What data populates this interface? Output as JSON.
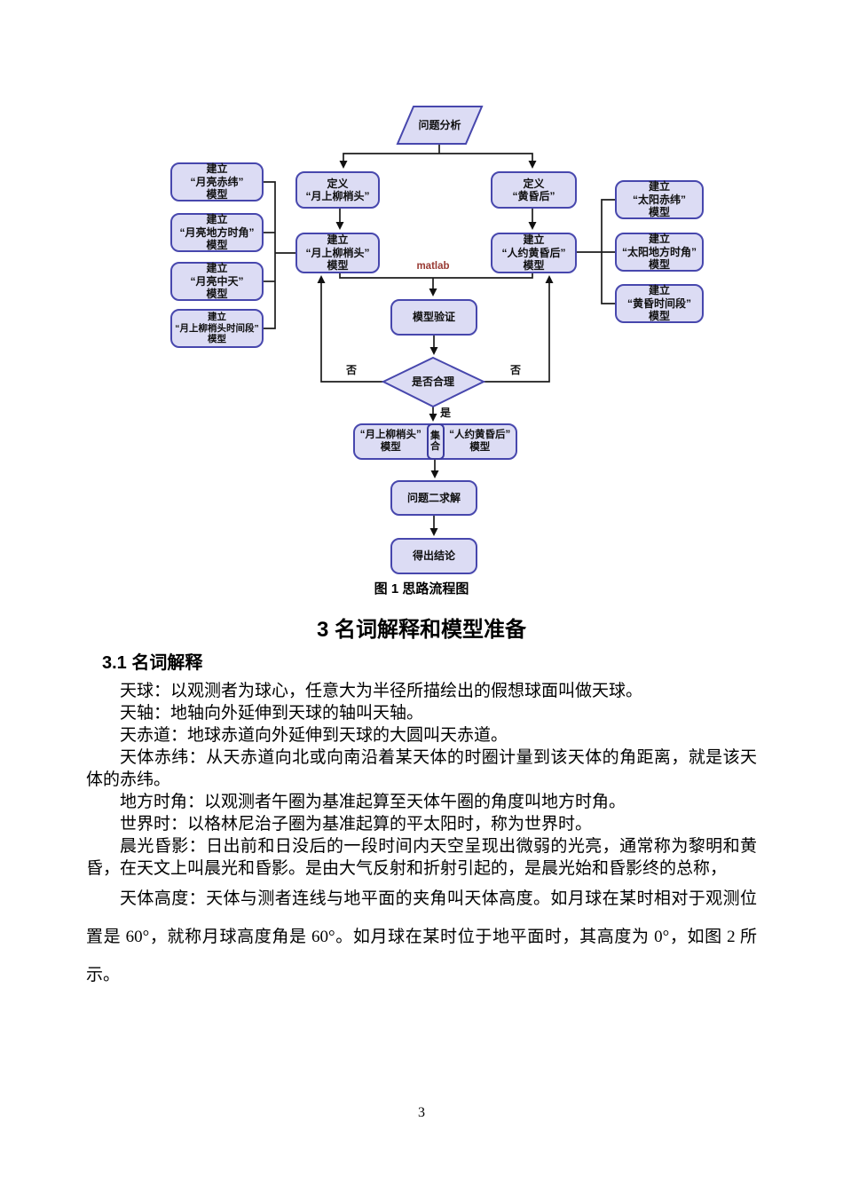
{
  "figure": {
    "caption": "图 1 思路流程图",
    "matlab_label": "matlab",
    "labels": {
      "yes": "是",
      "no_left": "否",
      "no_right": "否"
    },
    "nodes": {
      "problem_analysis": "问题分析",
      "define_moon_willow": "定义\n“月上柳梢头”",
      "define_after_dusk": "定义\n“黄昏后”",
      "build_moon_willow_model": "建立\n“月上柳梢头”\n模型",
      "build_meet_dusk_model": "建立\n“人约黄昏后”\n模型",
      "build_moon_declination": "建立\n“月亮赤纬”\n模型",
      "build_moon_hour_angle": "建立\n“月亮地方时角”\n模型",
      "build_moon_culmination": "建立\n“月亮中天”\n模型",
      "build_moon_willow_period": "建立\n“月上柳梢头时间段”\n模型",
      "build_sun_declination": "建立\n“太阳赤纬”\n模型",
      "build_sun_hour_angle": "建立\n“太阳地方时角”\n模型",
      "build_dusk_period": "建立\n“黄昏时间段”\n模型",
      "model_validation": "模型验证",
      "decision_reasonable": "是否合理",
      "merge_left": "“月上柳梢头”\n模型",
      "merge_center": "集\n合",
      "merge_right": "“人约黄昏后”\n模型",
      "solve_problem_two": "问题二求解",
      "draw_conclusion": "得出结论"
    }
  },
  "section": {
    "heading": "3 名词解释和模型准备",
    "subheading": "3.1 名词解释",
    "paragraphs": [
      "天球：以观测者为球心，任意大为半径所描绘出的假想球面叫做天球。",
      "天轴：地轴向外延伸到天球的轴叫天轴。",
      "天赤道：地球赤道向外延伸到天球的大圆叫天赤道。",
      "天体赤纬：从天赤道向北或向南沿着某天体的时圈计量到该天体的角距离，就是该天体的赤纬。",
      "地方时角：以观测者午圈为基准起算至天体午圈的角度叫地方时角。",
      "世界时：以格林尼治子圈为基准起算的平太阳时，称为世界时。",
      "晨光昏影：日出前和日没后的一段时间内天空呈现出微弱的光亮，通常称为黎明和黄昏，在天文上叫晨光和昏影。是由大气反射和折射引起的，是晨光始和昏影终的总称，",
      "天体高度：天体与测者连线与地平面的夹角叫天体高度。如月球在某时相对于观测位置是 60°，就称月球高度角是 60°。如月球在某时位于地平面时，其高度为 0°，如图 2 所示。"
    ]
  },
  "page": {
    "number": "3"
  },
  "colors": {
    "node_fill": "#dcdcf4",
    "node_border": "#4747ad",
    "connector": "#1c1c1c",
    "matlab_text": "#993a33"
  }
}
